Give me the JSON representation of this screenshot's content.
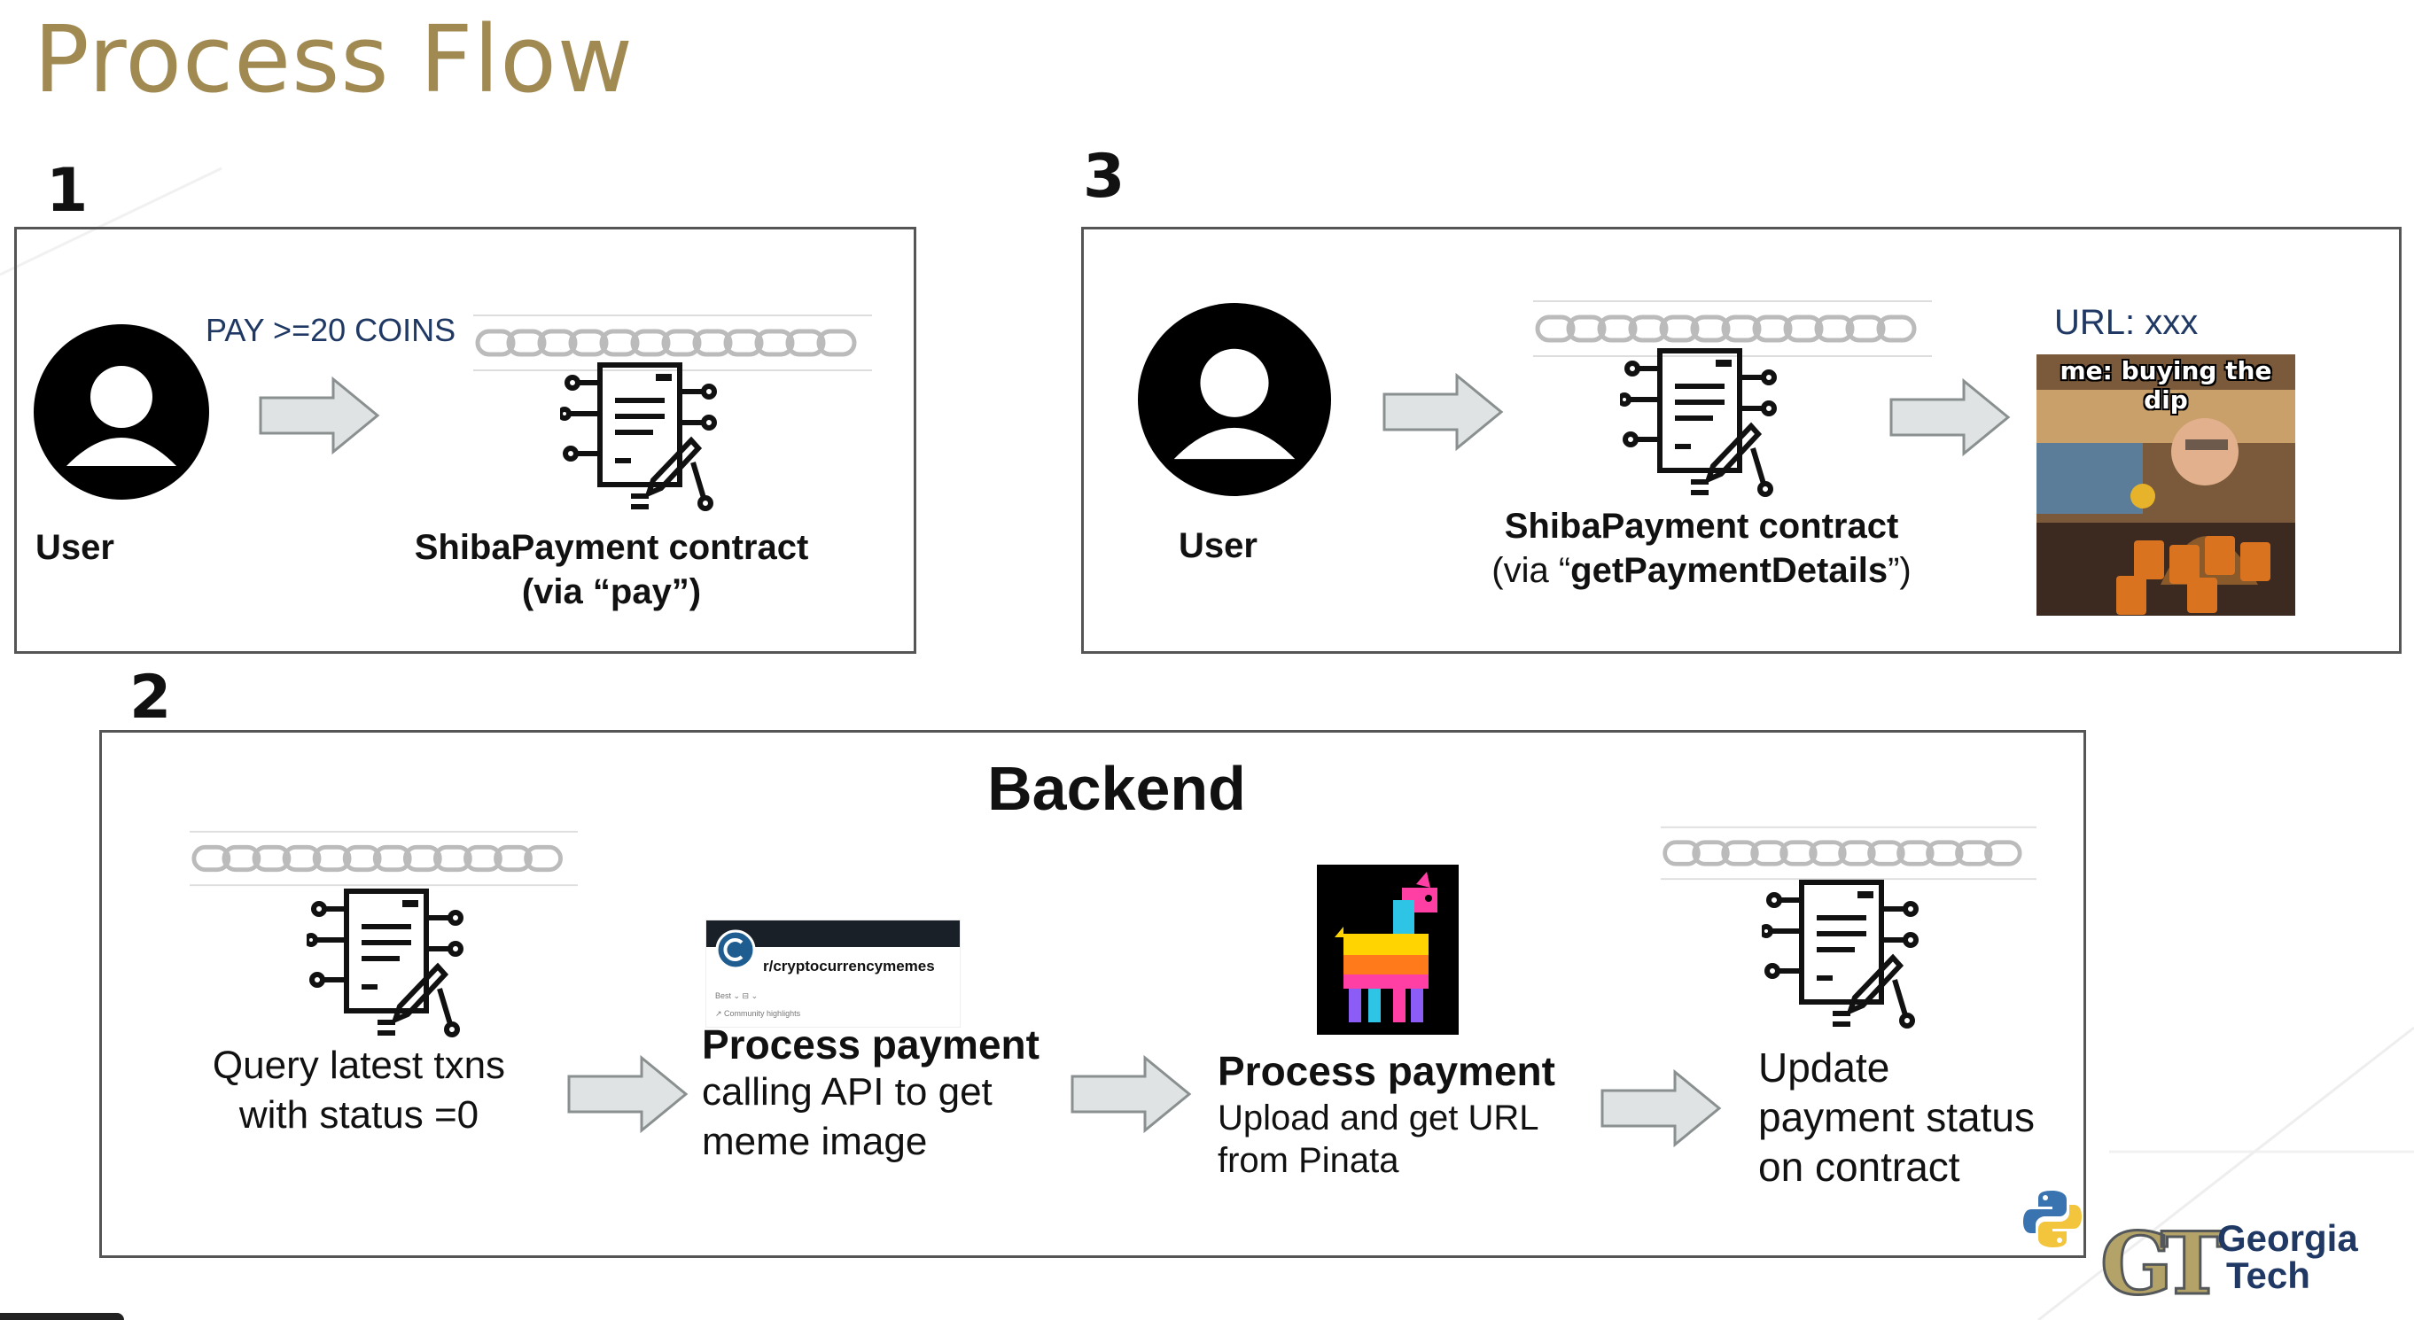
{
  "title": "Process Flow",
  "steps": {
    "one": "1",
    "two": "2",
    "three": "3"
  },
  "panel1": {
    "pay_label": "PAY >=20 COINS",
    "user_label": "User",
    "contract_name": "ShibaPayment contract",
    "contract_via": "(via “pay”)"
  },
  "panel3": {
    "user_label": "User",
    "contract_name": "ShibaPayment contract",
    "via_prefix": "(via “",
    "via_method": "getPaymentDetails",
    "via_suffix": "”)",
    "url_label": "URL: xxx",
    "meme_caption": "me: buying the dip"
  },
  "panel2": {
    "heading": "Backend",
    "query_line1": "Query latest txns",
    "query_line2": "with status =0",
    "proc1_title": "Process payment",
    "proc1_line1": "calling API to get",
    "proc1_line2": "meme image",
    "reddit_name": "r/cryptocurrencymemes",
    "reddit_sort": "Best ⌄   ⊟ ⌄",
    "reddit_highlight": "↗ Community highlights",
    "proc2_title": "Process payment",
    "proc2_line1": "Upload and get URL",
    "proc2_line2": "from Pinata",
    "update_line1": "Update",
    "update_line2": "payment status",
    "update_line3": "on contract"
  },
  "branding": {
    "logo_line1": "Georgia",
    "logo_line2": "Tech",
    "logo_mark": "GT",
    "colors": {
      "gold": "#a18a52",
      "navy": "#1f3864",
      "arrow_fill": "#dfe3e3",
      "arrow_stroke": "#8a9090"
    }
  }
}
